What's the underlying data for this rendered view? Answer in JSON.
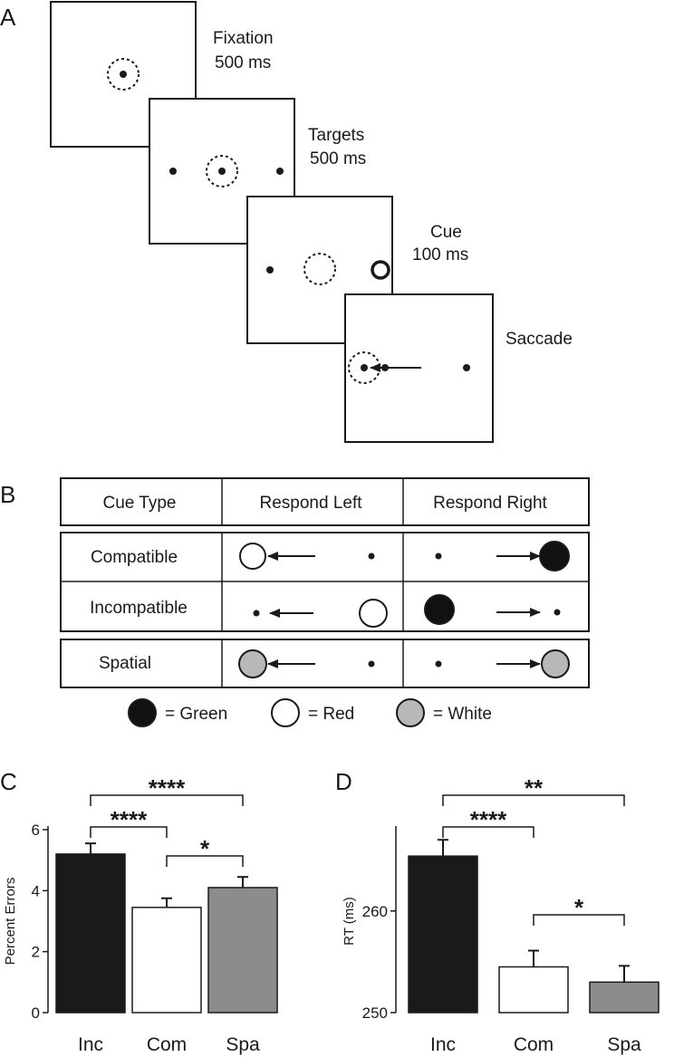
{
  "panel_letters": {
    "a": "A",
    "b": "B",
    "c": "C",
    "d": "D"
  },
  "panel_a": {
    "frames": [
      {
        "title": "Fixation",
        "duration": "500 ms"
      },
      {
        "title": "Targets",
        "duration": "500 ms"
      },
      {
        "title": "Cue",
        "duration": "100 ms"
      },
      {
        "title": "Saccade",
        "duration": ""
      }
    ]
  },
  "panel_b": {
    "headers": [
      "Cue Type",
      "Respond Left",
      "Respond Right"
    ],
    "rows": [
      "Compatible",
      "Incompatible",
      "Spatial"
    ],
    "legend": [
      {
        "label": "= Green",
        "color": "#111111"
      },
      {
        "label": "= Red",
        "color": "#ffffff"
      },
      {
        "label": "= White",
        "color": "#b8b8b8"
      }
    ]
  },
  "colors": {
    "inc": "#1a1a1a",
    "com": "#ffffff",
    "spa": "#8c8c8e"
  },
  "chart_data": [
    {
      "type": "bar",
      "panel": "C",
      "ylabel": "Percent Errors",
      "categories": [
        "Inc",
        "Com",
        "Spa"
      ],
      "values": [
        5.2,
        3.45,
        4.1
      ],
      "errors": [
        0.35,
        0.3,
        0.35
      ],
      "ylim": [
        0,
        6
      ],
      "yticks": [
        0,
        2,
        4,
        6
      ],
      "significance": [
        {
          "from": "Inc",
          "to": "Spa",
          "label": "****"
        },
        {
          "from": "Inc",
          "to": "Com",
          "label": "****"
        },
        {
          "from": "Com",
          "to": "Spa",
          "label": "*"
        }
      ]
    },
    {
      "type": "bar",
      "panel": "D",
      "ylabel": "RT (ms)",
      "categories": [
        "Inc",
        "Com",
        "Spa"
      ],
      "values": [
        265.4,
        254.5,
        253.0
      ],
      "errors": [
        1.6,
        1.6,
        1.6
      ],
      "ylim": [
        250,
        268
      ],
      "yticks": [
        250,
        260
      ],
      "significance": [
        {
          "from": "Inc",
          "to": "Spa",
          "label": "**"
        },
        {
          "from": "Inc",
          "to": "Com",
          "label": "****"
        },
        {
          "from": "Com",
          "to": "Spa",
          "label": "*"
        }
      ]
    }
  ]
}
